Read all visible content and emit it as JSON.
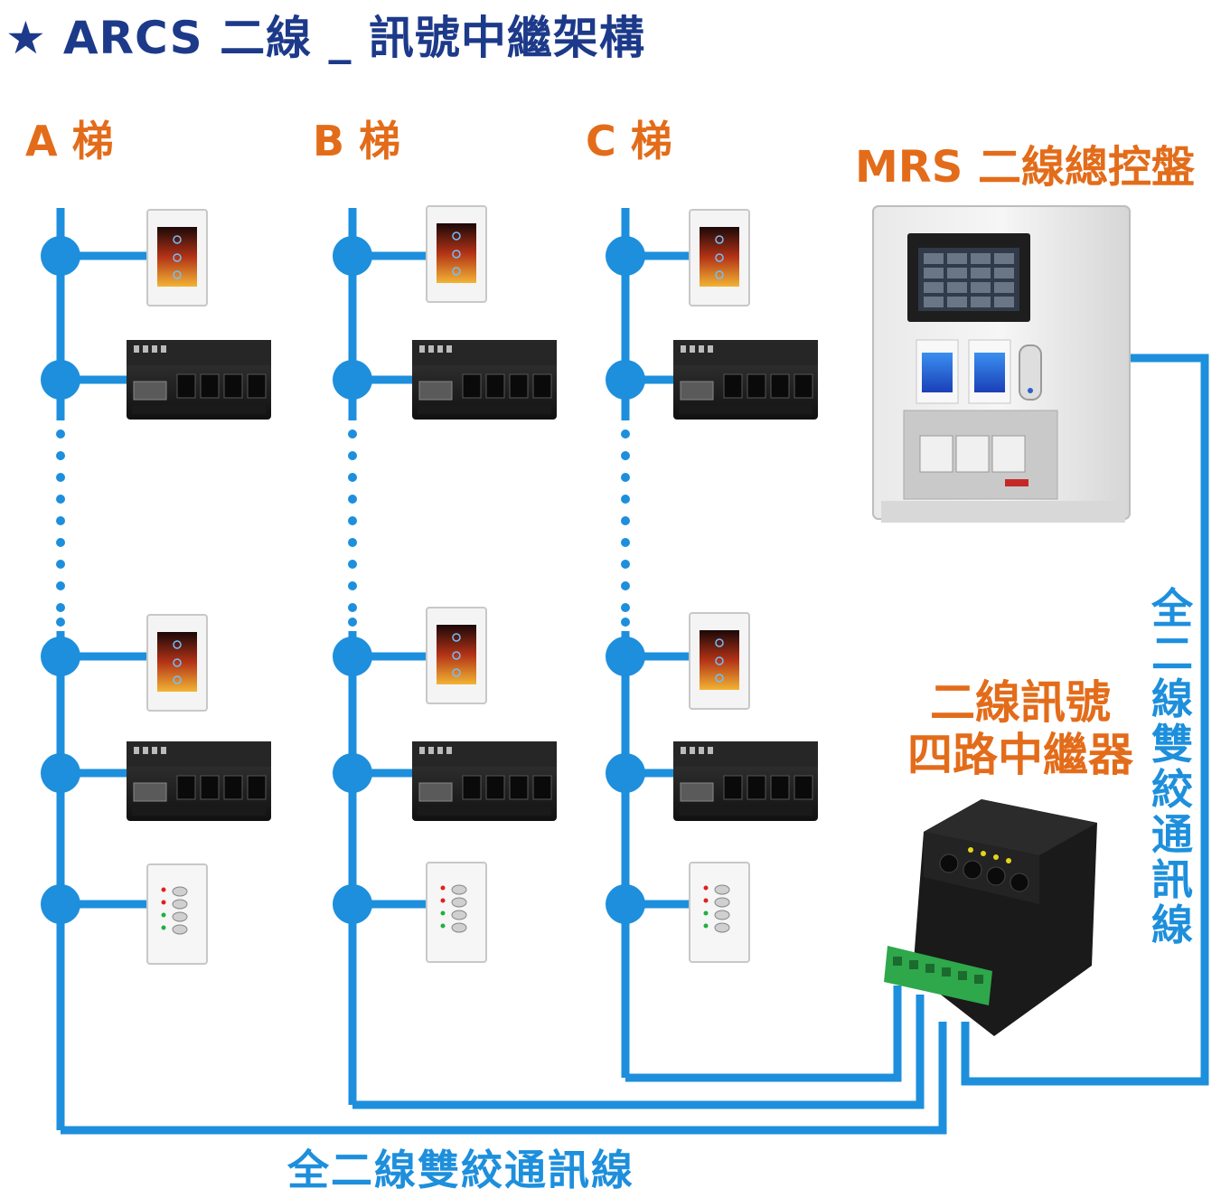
{
  "title": {
    "star": "★",
    "text": "ARCS 二線 _ 訊號中繼架構"
  },
  "stairs": [
    {
      "label": "A 梯"
    },
    {
      "label": "B 梯"
    },
    {
      "label": "C 梯"
    }
  ],
  "control_panel": {
    "label": "MRS 二線總控盤"
  },
  "repeater": {
    "label_line1": "二線訊號",
    "label_line2": "四路中繼器"
  },
  "bus": {
    "bottom_label": "全二線雙絞通訊線",
    "side_label": "全二線雙絞通訊線"
  },
  "colors": {
    "title": "#1d3a8a",
    "accent_orange": "#e36c1a",
    "bus_blue": "#1d8fdc"
  }
}
